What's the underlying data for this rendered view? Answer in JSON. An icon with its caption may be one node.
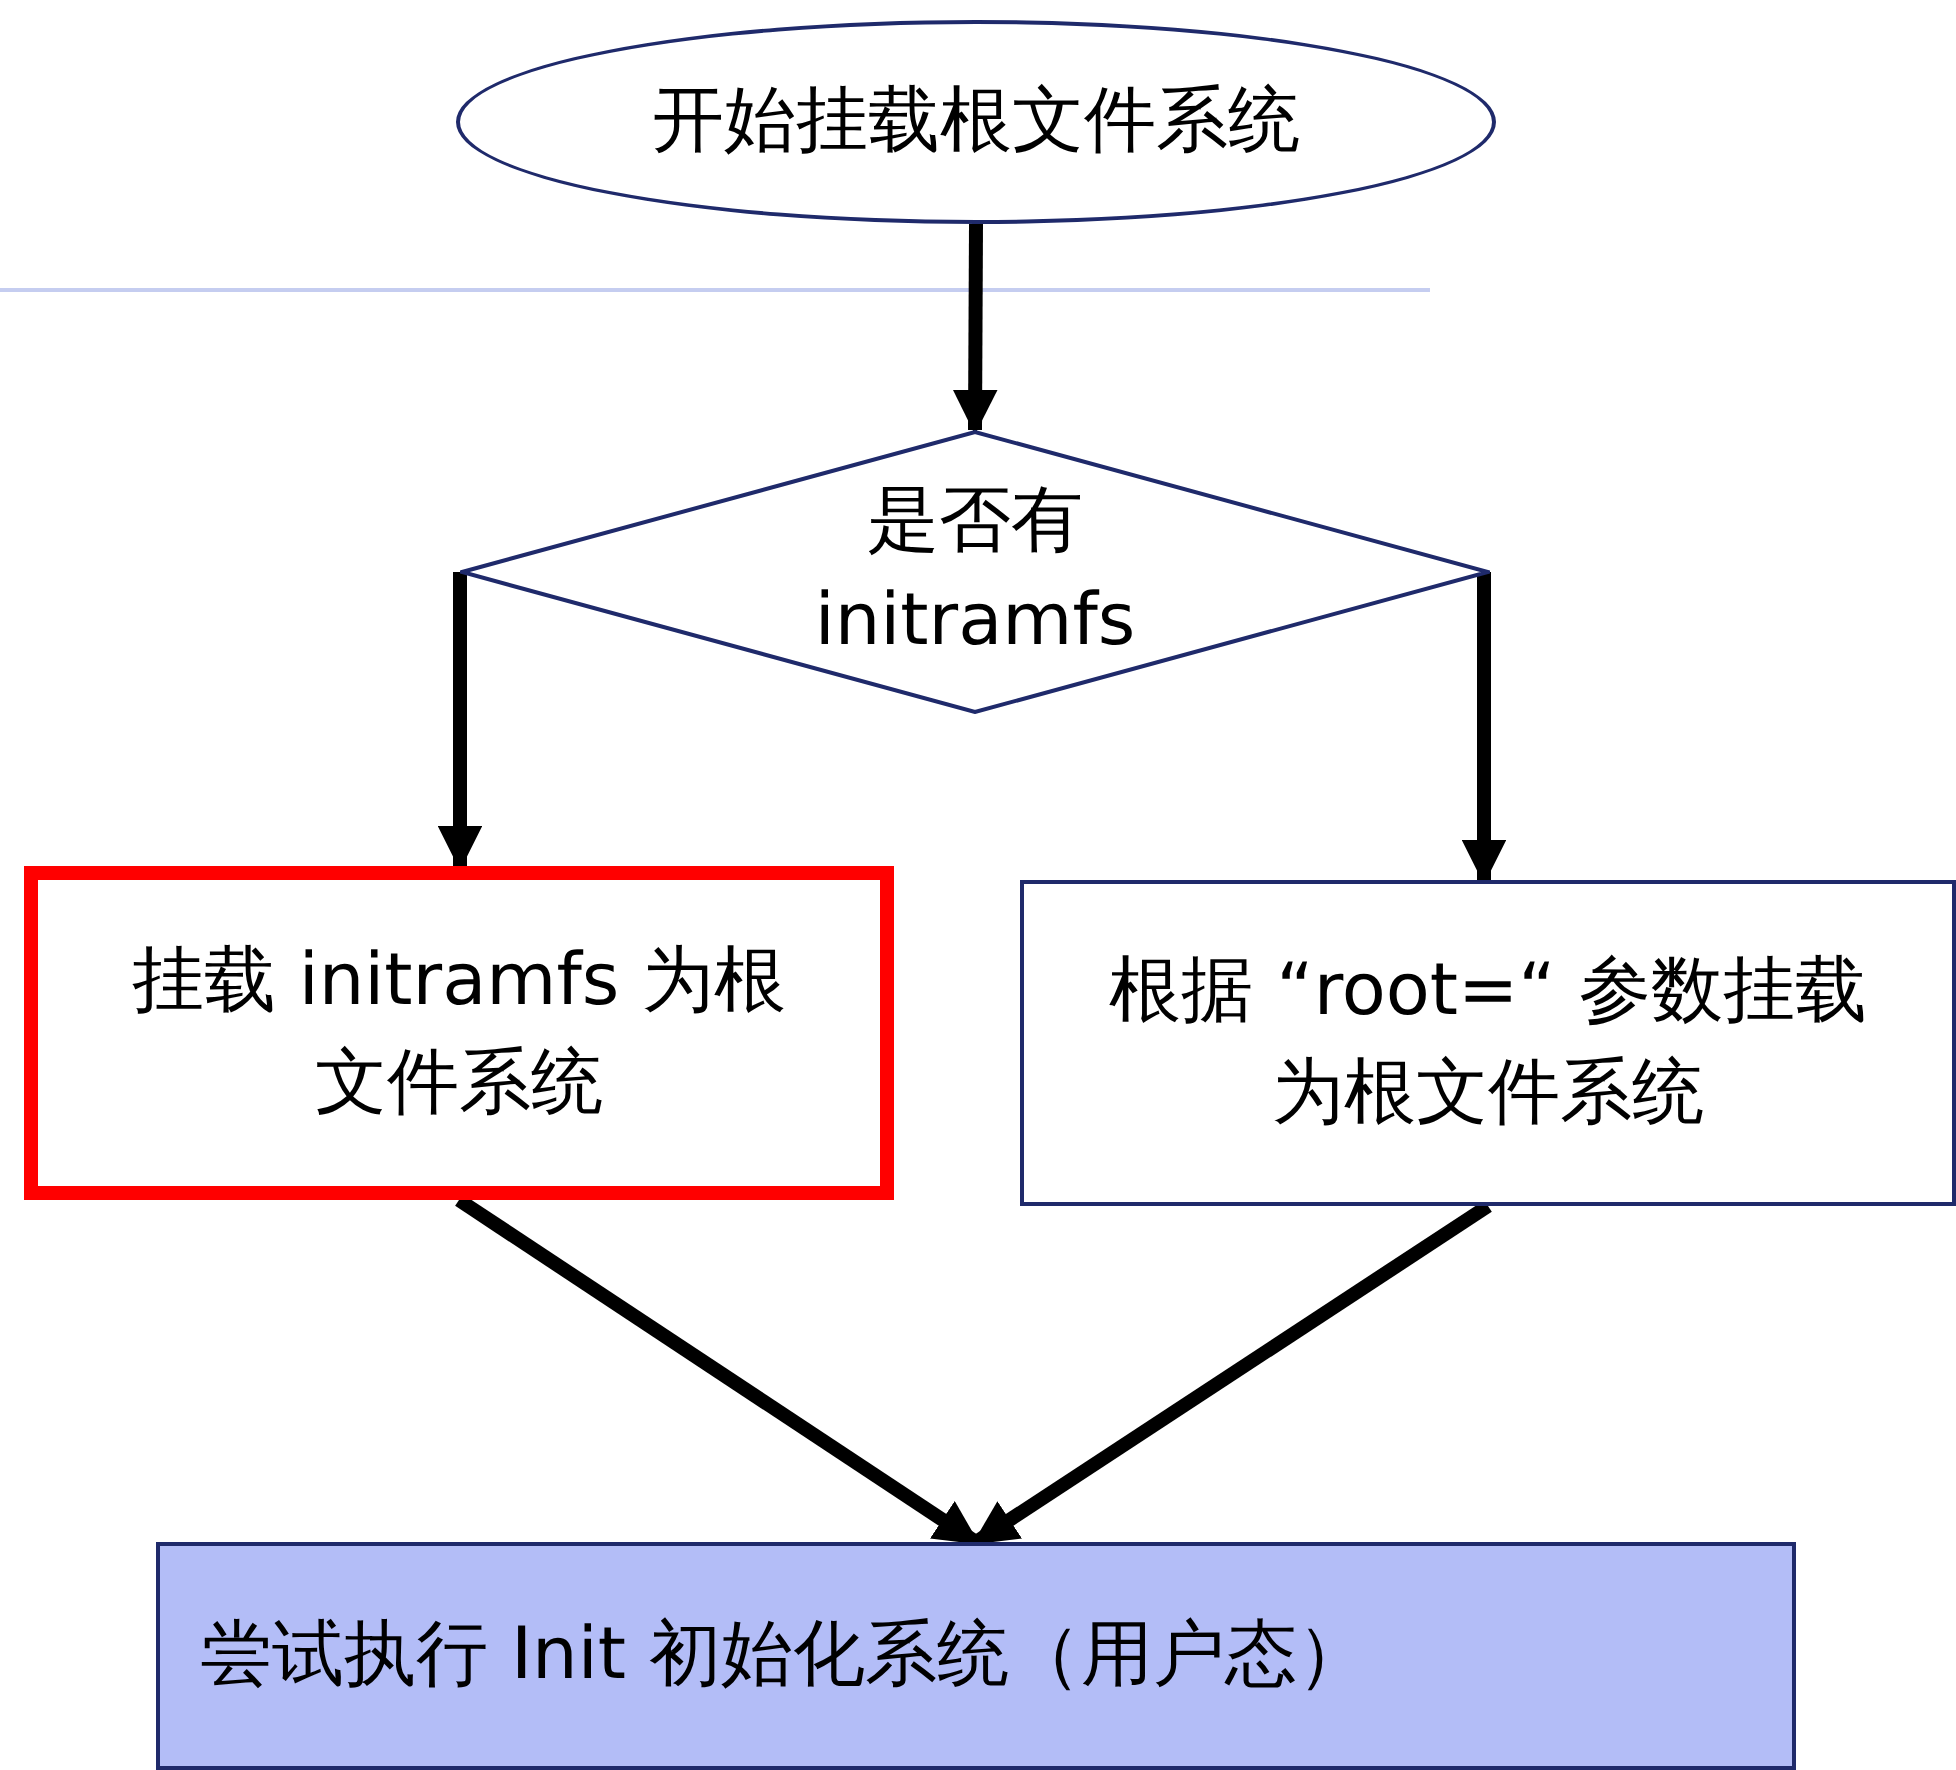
{
  "diagram": {
    "nodes": [
      {
        "text": [
          "开始挂载根文件系统"
        ]
      },
      {
        "text": [
          "是否有 initramfs"
        ]
      },
      {
        "text": [
          "挂载 initramfs 为根文件系统"
        ]
      },
      {
        "text": [
          "根据 “root=“ 参数挂载为根文件系统"
        ]
      },
      {
        "text": [
          "尝试执行 Init 初始化系统（用户态）"
        ]
      }
    ],
    "edges": [
      {
        "from": 0,
        "to": 1,
        "arrow": "to"
      },
      {
        "from": 1,
        "to": 2,
        "arrow": "to"
      },
      {
        "from": 1,
        "to": 3,
        "arrow": "to"
      },
      {
        "from": 2,
        "to": 4,
        "arrow": "to"
      },
      {
        "from": 3,
        "to": 4,
        "arrow": "to"
      }
    ]
  }
}
